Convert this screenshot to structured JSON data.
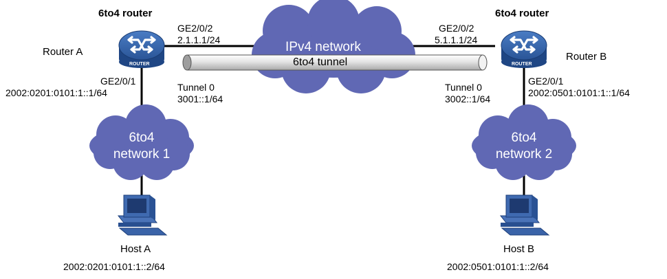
{
  "colors": {
    "cloud": "#6068b4",
    "router": "#2f5ea3",
    "link": "#000000",
    "tunnel": "#d6d6d6"
  },
  "router_a": {
    "role": "6to4 router",
    "name": "Router A",
    "ipv4_interface": "GE2/0/2",
    "ipv4_address": "2.1.1.1/24",
    "ipv6_interface": "GE2/0/1",
    "ipv6_address": "2002:0201:0101:1::1/64",
    "tunnel_name": "Tunnel 0",
    "tunnel_address": "3001::1/64",
    "badge": "ROUTER"
  },
  "router_b": {
    "role": "6to4 router",
    "name": "Router B",
    "ipv4_interface": "GE2/0/2",
    "ipv4_address": "5.1.1.1/24",
    "ipv6_interface": "GE2/0/1",
    "ipv6_address": "2002:0501:0101:1::1/64",
    "tunnel_name": "Tunnel 0",
    "tunnel_address": "3002::1/64",
    "badge": "ROUTER"
  },
  "ipv4_network": {
    "label": "IPv4 network"
  },
  "tunnel": {
    "label": "6to4 tunnel"
  },
  "network_1": {
    "line1": "6to4",
    "line2": "network 1"
  },
  "network_2": {
    "line1": "6to4",
    "line2": "network 2"
  },
  "host_a": {
    "name": "Host A",
    "address": "2002:0201:0101:1::2/64"
  },
  "host_b": {
    "name": "Host B",
    "address": "2002:0501:0101:1::2/64"
  }
}
